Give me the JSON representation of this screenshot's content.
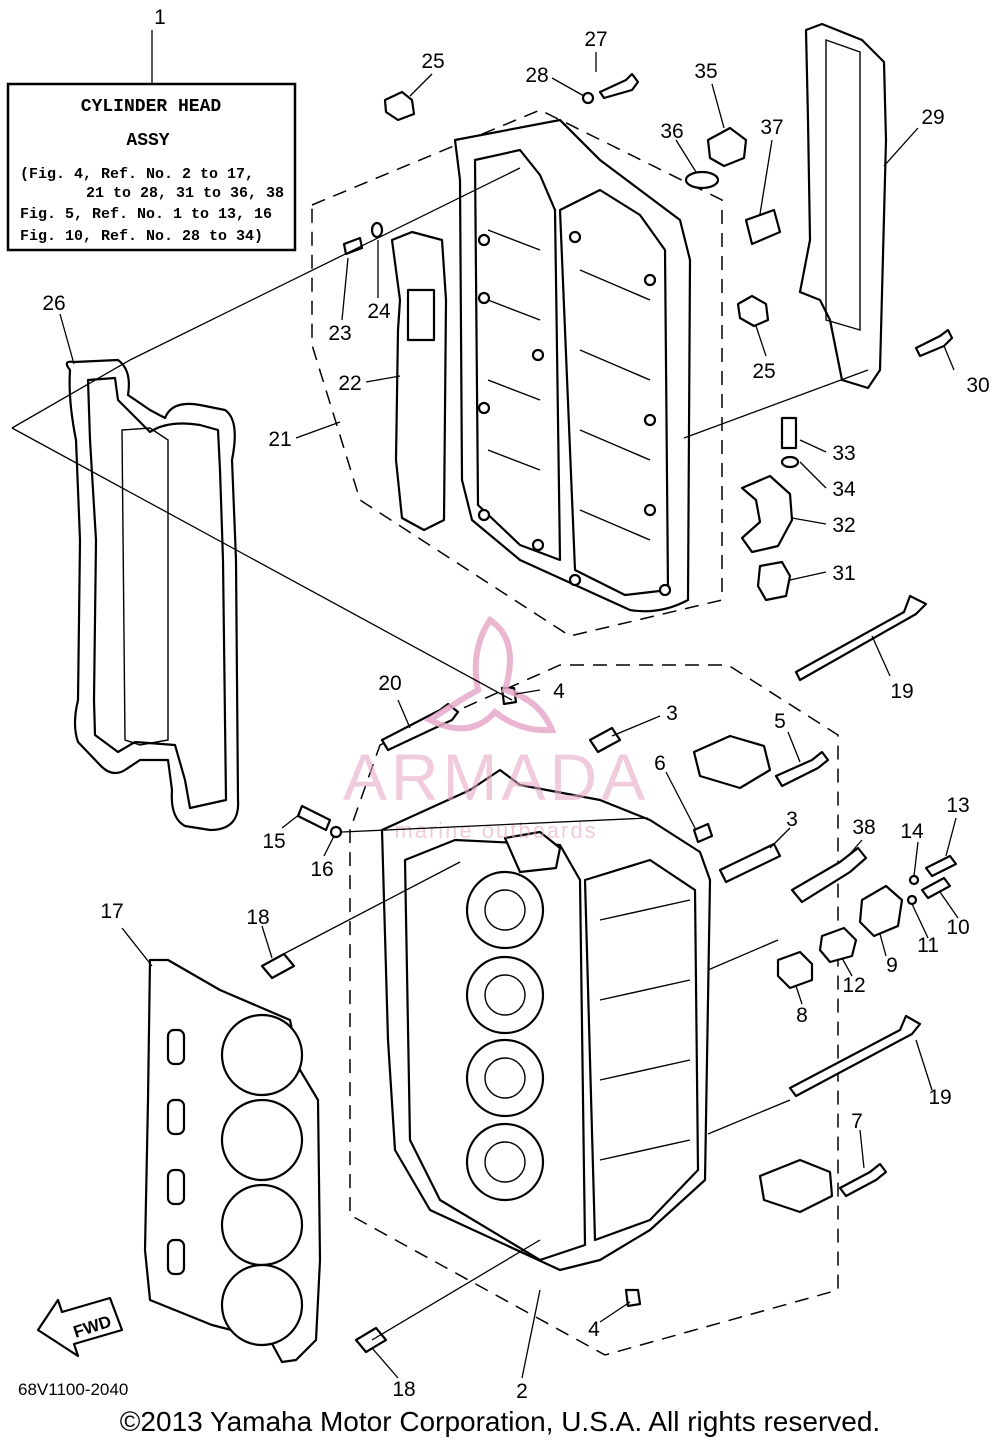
{
  "assy_box": {
    "ref": "1",
    "line1": "CYLINDER HEAD",
    "line2": "ASSY",
    "line3": "(Fig. 4, Ref. No. 2 to 17,",
    "line4": "21 to 28, 31 to 36, 38",
    "line5": "Fig. 5, Ref. No. 1 to 13, 16",
    "line6": "Fig. 10, Ref. No. 28 to 34)"
  },
  "callouts": {
    "c1": "1",
    "c2": "2",
    "c3a": "3",
    "c3b": "3",
    "c4a": "4",
    "c4b": "4",
    "c5": "5",
    "c6": "6",
    "c7": "7",
    "c8": "8",
    "c9": "9",
    "c10": "10",
    "c11": "11",
    "c12": "12",
    "c13": "13",
    "c14": "14",
    "c15": "15",
    "c16": "16",
    "c17": "17",
    "c18a": "18",
    "c18b": "18",
    "c19a": "19",
    "c19b": "19",
    "c20": "20",
    "c21": "21",
    "c22": "22",
    "c23": "23",
    "c24": "24",
    "c25a": "25",
    "c25b": "25",
    "c26": "26",
    "c27": "27",
    "c28": "28",
    "c29": "29",
    "c30": "30",
    "c31": "31",
    "c32": "32",
    "c33": "33",
    "c34": "34",
    "c35": "35",
    "c36": "36",
    "c37": "37",
    "c38": "38"
  },
  "fwd_label": "FWD",
  "watermark": {
    "brand": "ARMADA",
    "tagline": "marine outboards",
    "color": "#e7a9c8"
  },
  "diagram_code": "68V1100-2040",
  "copyright": "©2013 Yamaha Motor Corporation, U.S.A. All rights reserved."
}
